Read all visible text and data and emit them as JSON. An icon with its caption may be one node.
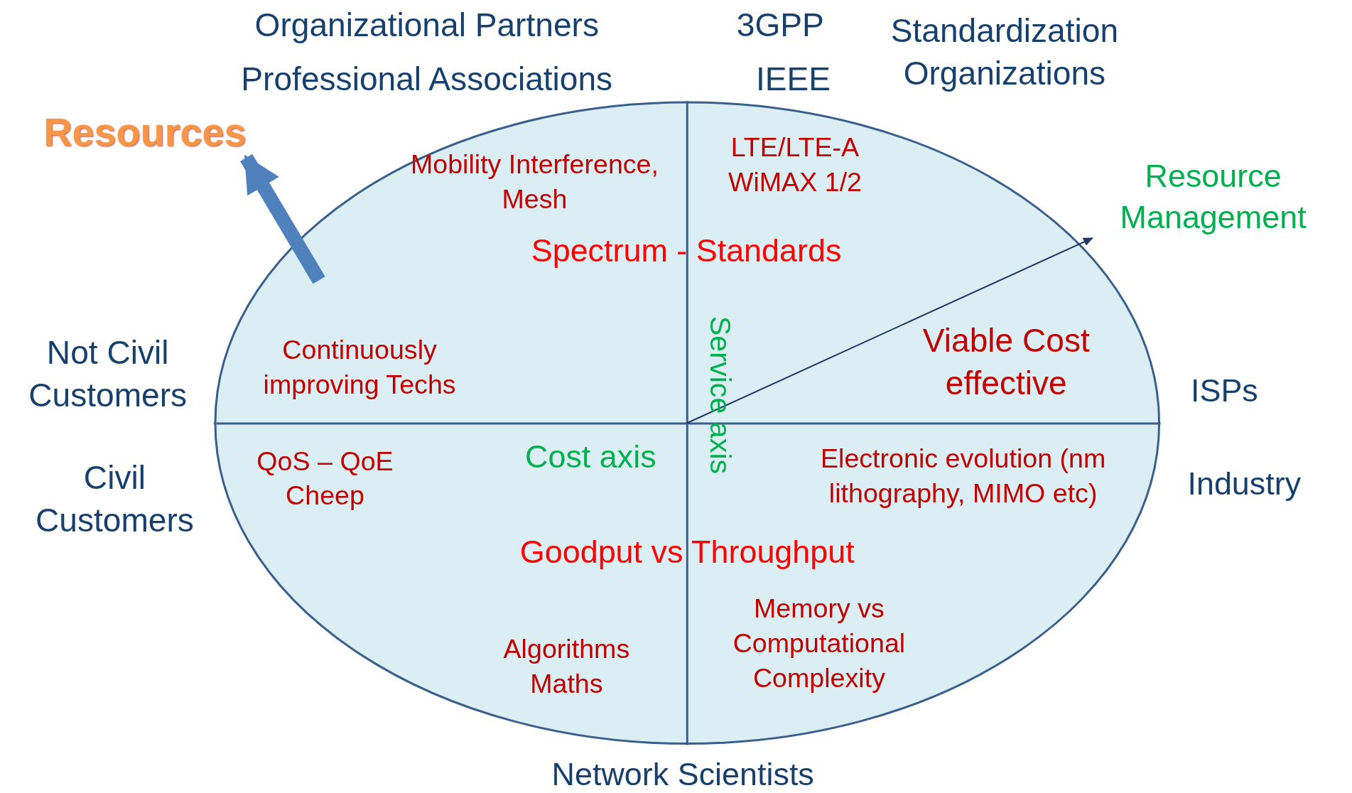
{
  "diagram": {
    "nodes": [
      {
        "text": [],
        "shape": "ellipse"
      },
      {
        "text": [
          "Resources"
        ]
      },
      {
        "text": [
          "Resource Management"
        ]
      }
    ],
    "edges": [
      {
        "from": 0,
        "to": 1,
        "arrow": "to",
        "style": "thick",
        "color": "#4f81bd"
      },
      {
        "from": 0,
        "to": 2,
        "arrow": "to",
        "color": "#1f3864"
      }
    ],
    "labels": [
      "Organizational Partners",
      "Professional Associations",
      "3GPP",
      "IEEE",
      "Standardization Organizations",
      "Mobility Interference, Mesh",
      "LTE/LTE-A WiMAX 1/2",
      "Spectrum - Standards",
      "Service axis",
      "Continuously improving Techs",
      "Viable Cost effective",
      "Not Civil Customers",
      "ISPs",
      "QoS – QoE Cheep",
      "Cost axis",
      "Electronic evolution (nm lithography, MIMO etc)",
      "Civil Customers",
      "Industry",
      "Goodput vs Throughput",
      "Memory vs Computational Complexity",
      "Algorithms Maths",
      "Network Scientists"
    ]
  }
}
